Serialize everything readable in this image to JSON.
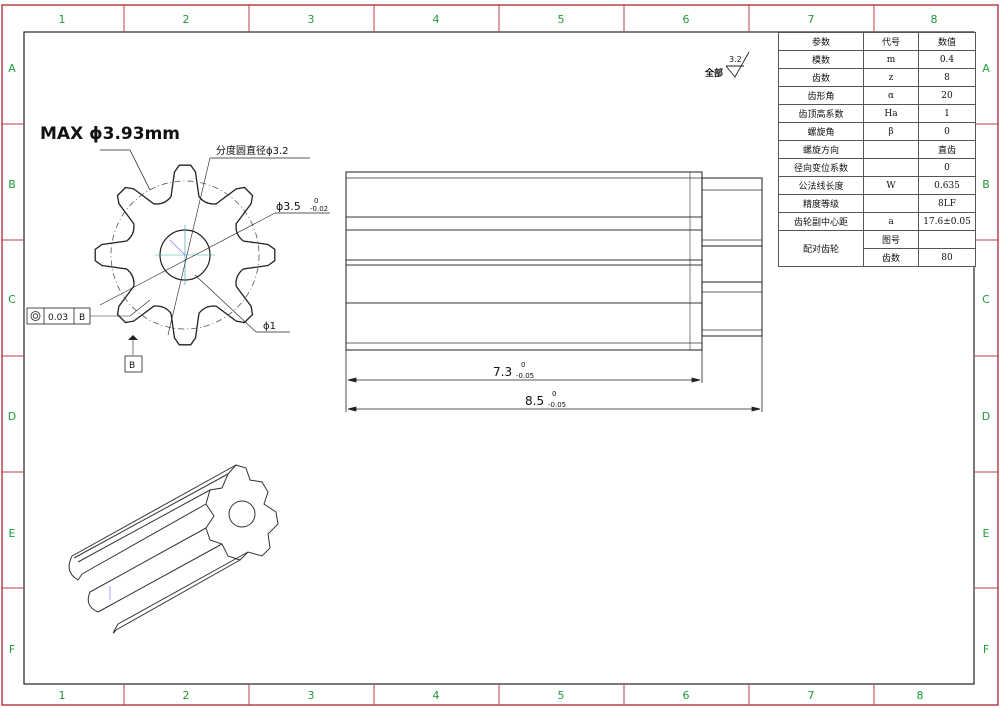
{
  "title_block": {
    "headers": [
      "参数",
      "代号",
      "数值"
    ],
    "rows": [
      [
        "模数",
        "m",
        "0.4"
      ],
      [
        "齿数",
        "z",
        "8"
      ],
      [
        "齿形角",
        "α",
        "20"
      ],
      [
        "齿顶高系数",
        "Ha",
        "1"
      ],
      [
        "螺旋角",
        "β",
        "0"
      ],
      [
        "螺旋方向",
        "",
        "直齿"
      ],
      [
        "径向变位系数",
        "",
        "0"
      ],
      [
        "公法线长度",
        "W",
        "0.635"
      ],
      [
        "精度等级",
        "",
        "8LF"
      ],
      [
        "齿轮副中心距",
        "a",
        "17.6±0.05"
      ]
    ],
    "mating_gear_label": "配对齿轮",
    "mating_rows": [
      [
        "图号",
        ""
      ],
      [
        "齿数",
        "80"
      ]
    ]
  },
  "zones": {
    "columns": [
      "1",
      "2",
      "3",
      "4",
      "5",
      "6",
      "7",
      "8"
    ],
    "rows": [
      "A",
      "B",
      "C",
      "D",
      "E",
      "F"
    ]
  },
  "annotations": {
    "max_dia": "MAX ϕ3.93mm",
    "pitch_circle": "分度圆直径ϕ3.2",
    "outer_dia": "ϕ3.5",
    "outer_tol_upper": "0",
    "outer_tol_lower": "-0.02",
    "bore_dia": "ϕ1",
    "runout_value": "0.03",
    "runout_datum": "B",
    "datum_label": "B",
    "roughness_prefix": "全部",
    "roughness_value": "3.2",
    "len1": "7.3",
    "len1_upper": "0",
    "len1_lower": "-0.05",
    "len2": "8.5",
    "len2_upper": "0",
    "len2_lower": "-0.05"
  }
}
